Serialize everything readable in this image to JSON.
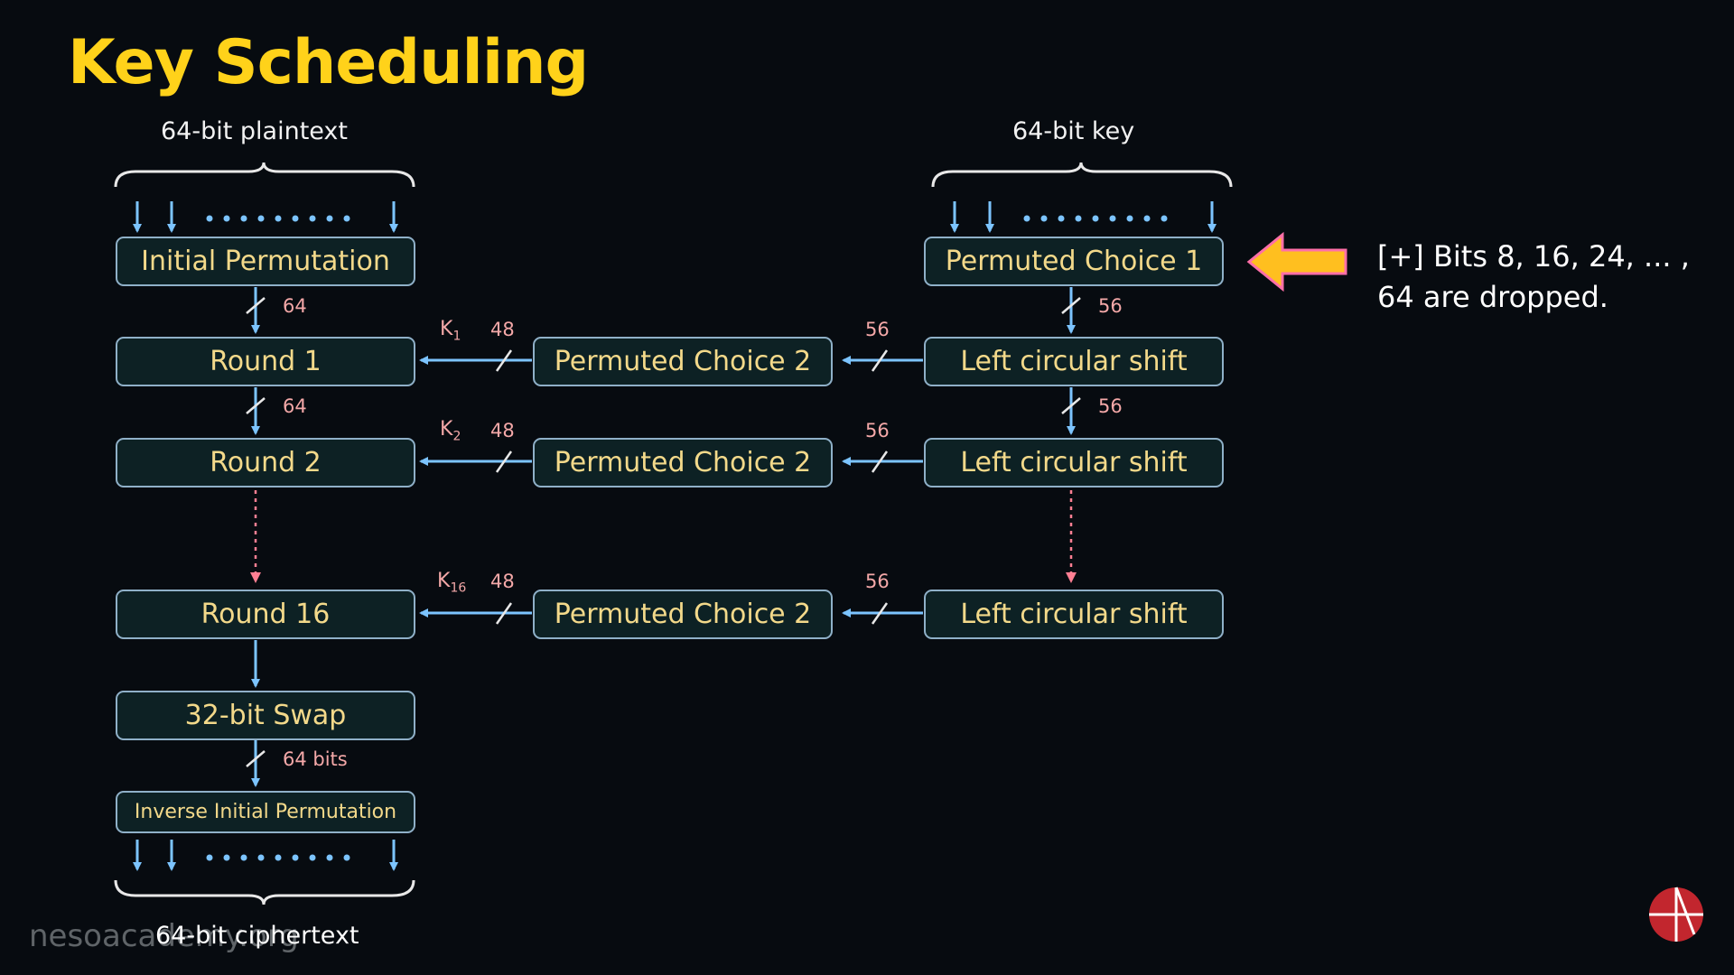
{
  "title": "Key Scheduling",
  "labels": {
    "plaintext": "64-bit plaintext",
    "key": "64-bit key",
    "ciphertext": "64-bit ciphertext"
  },
  "boxes": {
    "initial_permutation": "Initial Permutation",
    "round1": "Round 1",
    "round2": "Round 2",
    "round16": "Round 16",
    "swap": "32-bit Swap",
    "inverse_ip": "Inverse Initial Permutation",
    "pc1": "Permuted Choice 1",
    "pc2": "Permuted Choice 2",
    "lcs": "Left circular shift"
  },
  "bit_labels": {
    "b64": "64",
    "b48": "48",
    "b56": "56",
    "b64bits": "64 bits"
  },
  "keys": {
    "k1": {
      "base": "K",
      "sub": "1"
    },
    "k2": {
      "base": "K",
      "sub": "2"
    },
    "k16": {
      "base": "K",
      "sub": "16"
    }
  },
  "note": {
    "line1": "[+] Bits 8, 16, 24, ... ,",
    "line2": "64 are dropped."
  },
  "watermark": "nesoacademy.org",
  "colors": {
    "title": "#ffd21a",
    "box_text": "#f3d98a",
    "box_border": "#8fb0c8",
    "arrow": "#7cc4ff",
    "dotted": "#ff7f93",
    "pointer_arrow": "#ffbf1f",
    "pointer_outline": "#ff6fa8",
    "logo": "#c2262e"
  }
}
